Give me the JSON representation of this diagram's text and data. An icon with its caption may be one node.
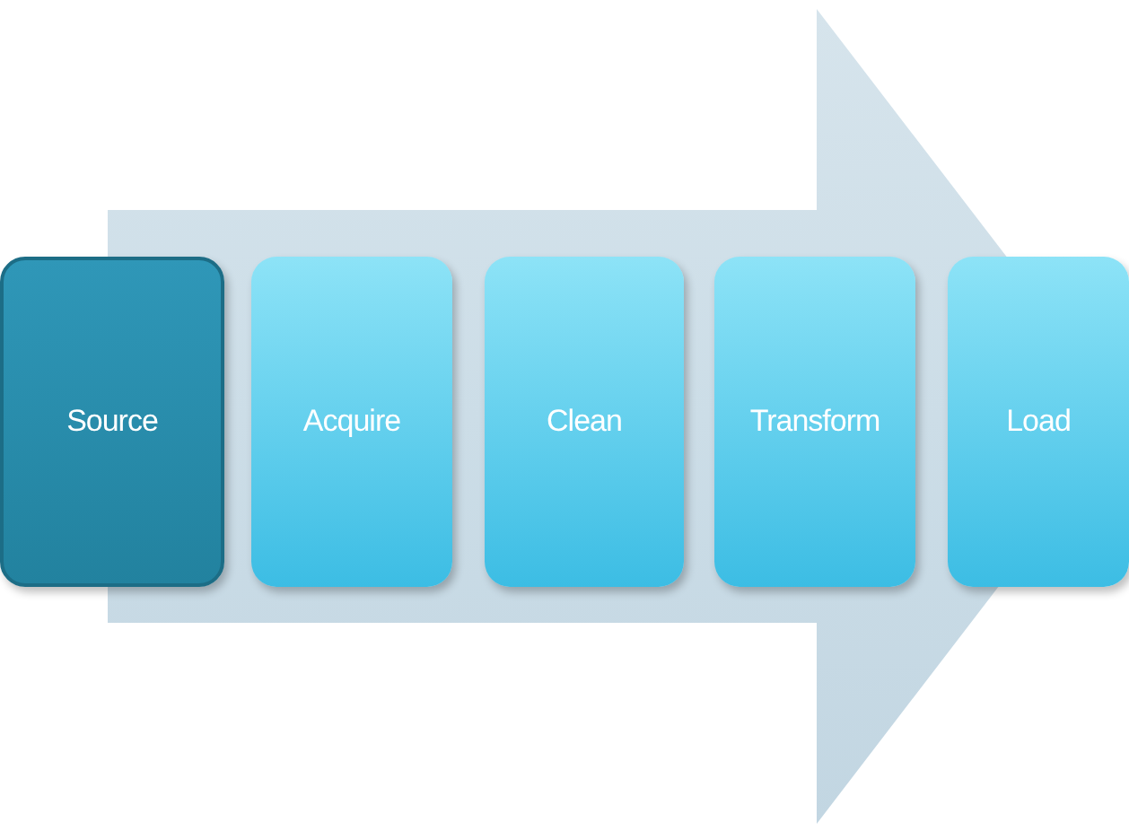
{
  "diagram": {
    "nodes": [
      {
        "text": [
          "Source"
        ]
      },
      {
        "text": [
          "Acquire"
        ]
      },
      {
        "text": [
          "Clean"
        ]
      },
      {
        "text": [
          "Transform"
        ]
      },
      {
        "text": [
          "Load"
        ]
      }
    ],
    "edges": [
      {
        "from": 0,
        "to": 4,
        "arrow": "to",
        "style": "thick"
      }
    ]
  }
}
